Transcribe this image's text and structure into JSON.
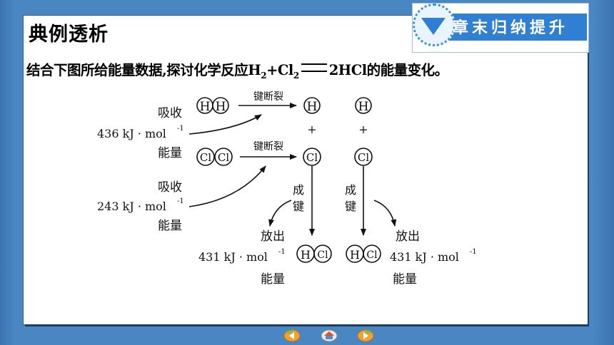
{
  "section_title": "典例透析",
  "badge": {
    "label": "章末归纳提升"
  },
  "prompt": {
    "before": "结合下图所给能量数据,探讨化学反应H",
    "sub1": "2",
    "mid": "+Cl",
    "sub2": "2",
    "after": "2HCl的能量变化。"
  },
  "diagram": {
    "atom_h": "H",
    "atom_cl": "Cl",
    "break_label": "键断裂",
    "bond_label_top": "成",
    "bond_label_bottom": "键",
    "plus": "+",
    "absorb_label": "吸收",
    "release_label": "放出",
    "energy_label": "能量",
    "h2_energy": "436 kJ · mol",
    "cl2_energy": "243 kJ · mol",
    "hcl_energy": "431 kJ · mol",
    "exponent": "-1"
  },
  "colors": {
    "background": "#4a86c2",
    "badge_blue": "#2f7fd2",
    "card": "#ffffff"
  },
  "nav": {
    "prev_icon": "prev-arrow-icon",
    "home_icon": "home-icon",
    "next_icon": "next-arrow-icon"
  }
}
